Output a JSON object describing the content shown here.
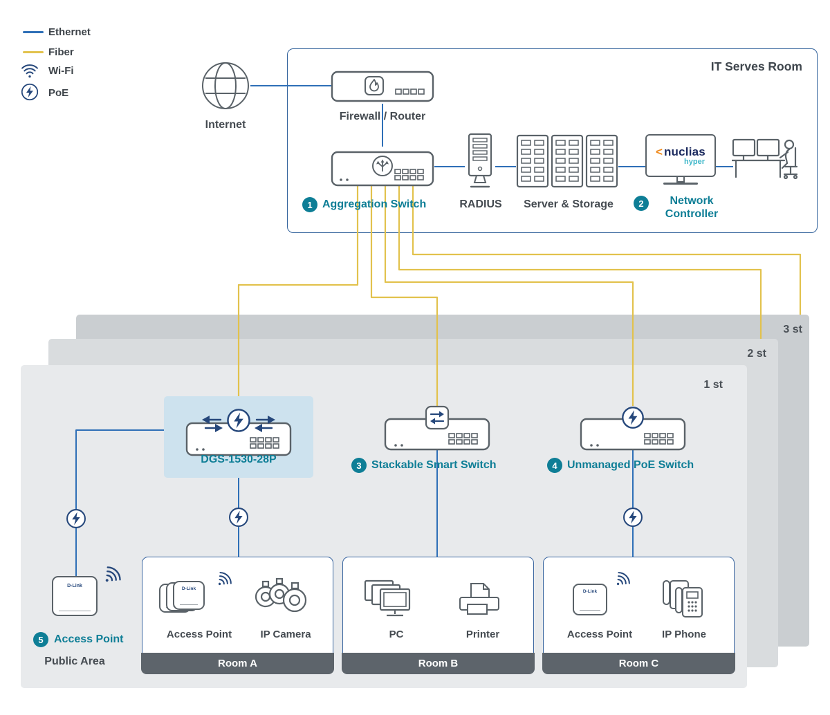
{
  "colors": {
    "ethernet": "#2e6fb7",
    "fiber": "#e2c24d",
    "icon_navy": "#25477b",
    "accent_teal": "#0e7e96",
    "nuclias_navy": "#1b2a5e",
    "nuclias_orange": "#f08a1d",
    "nuclias_teal": "#3db7c9",
    "room_bar": "#5d646b",
    "dgs_highlight": "#cde2ee"
  },
  "legend": {
    "ethernet": "Ethernet",
    "fiber": "Fiber",
    "wifi": "Wi-Fi",
    "poe": "PoE"
  },
  "it_room": {
    "title": "IT Serves Room",
    "internet": "Internet",
    "firewall": "Firewall / Router",
    "aggregation_badge": "1",
    "aggregation": "Aggregation Switch",
    "radius": "RADIUS",
    "server_storage": "Server & Storage",
    "controller_badge": "2",
    "controller_line1": "Network",
    "controller_line2": "Controller",
    "nuclias_chevron": "<",
    "nuclias_brand": "nuclias",
    "nuclias_sub": "hyper"
  },
  "floors": {
    "f1": "1 st",
    "f2": "2 st",
    "f3": "3 st"
  },
  "access_switches": {
    "dgs_label": "DGS-1530-28P",
    "stackable_badge": "3",
    "stackable": "Stackable Smart Switch",
    "unmanaged_badge": "4",
    "unmanaged": "Unmanaged PoE Switch"
  },
  "public_area": {
    "badge": "5",
    "access_point": "Access Point",
    "label": "Public Area",
    "brand": "D-Link"
  },
  "rooms": {
    "a": {
      "name": "Room A",
      "device1": "Access Point",
      "device2": "IP Camera",
      "brand": "D-Link"
    },
    "b": {
      "name": "Room B",
      "device1": "PC",
      "device2": "Printer"
    },
    "c": {
      "name": "Room C",
      "device1": "Access Point",
      "device2": "IP Phone",
      "brand": "D-Link"
    }
  }
}
